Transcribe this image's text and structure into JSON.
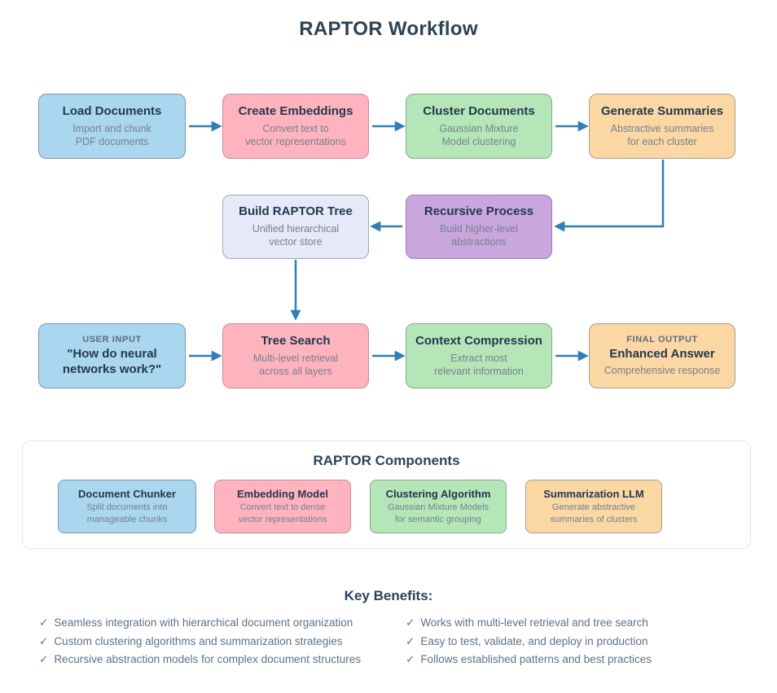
{
  "title": "RAPTOR Workflow",
  "flow": {
    "nodes": [
      {
        "title": "Load Documents",
        "sub": "Import and chunk\nPDF documents"
      },
      {
        "title": "Create Embeddings",
        "sub": "Convert text to\nvector representations"
      },
      {
        "title": "Cluster Documents",
        "sub": "Gaussian Mixture\nModel clustering"
      },
      {
        "title": "Generate Summaries",
        "sub": "Abstractive summaries\nfor each cluster"
      },
      {
        "title": "Build RAPTOR Tree",
        "sub": "Unified hierarchical\nvector store"
      },
      {
        "title": "Recursive Process",
        "sub": "Build higher-level\nabstractions"
      },
      {
        "label": "USER INPUT",
        "title": "\"How do neural\nnetworks work?\""
      },
      {
        "title": "Tree Search",
        "sub": "Multi-level retrieval\nacross all layers"
      },
      {
        "title": "Context Compression",
        "sub": "Extract most\nrelevant information"
      },
      {
        "label": "FINAL OUTPUT",
        "title": "Enhanced Answer",
        "sub": "Comprehensive response"
      }
    ]
  },
  "components": {
    "title": "RAPTOR Components",
    "items": [
      {
        "title": "Document Chunker",
        "sub": "Split documents into\nmanageable chunks"
      },
      {
        "title": "Embedding Model",
        "sub": "Convert text to dense\nvector representations"
      },
      {
        "title": "Clustering Algorithm",
        "sub": "Gaussian Mixture Models\nfor semantic grouping"
      },
      {
        "title": "Summarization LLM",
        "sub": "Generate abstractive\nsummaries of clusters"
      }
    ]
  },
  "benefits": {
    "title": "Key Benefits:",
    "check": "✓",
    "left": [
      "Seamless integration with hierarchical document organization",
      "Custom clustering algorithms and summarization strategies",
      "Recursive abstraction models for complex document structures"
    ],
    "right": [
      "Works with multi-level retrieval and tree search",
      "Easy to test, validate, and deploy in production",
      "Follows established patterns and best practices"
    ]
  },
  "colors": {
    "arrow": "#2e7eb8",
    "node_blue": "#aad6f0",
    "node_pink": "#ffb3be",
    "node_green": "#b4e6b8",
    "node_orange": "#fbd7a4",
    "node_lavender": "#e6e9f8",
    "node_purple": "#c9a6de",
    "heading_text": "#2c4257",
    "subtitle_text": "#75828e",
    "benefit_text": "#5d7287"
  }
}
